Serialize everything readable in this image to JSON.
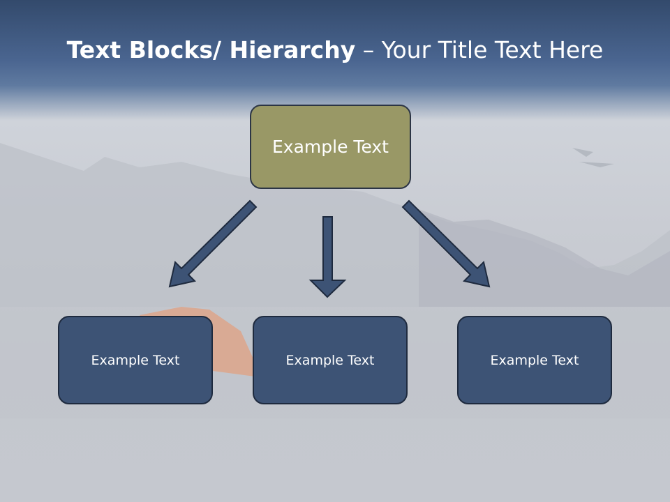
{
  "slide": {
    "title_bold": "Text Blocks/ Hierarchy",
    "title_rest": " – Your Title Text Here"
  },
  "diagram": {
    "top_node": {
      "label": "Example Text"
    },
    "child_nodes": [
      {
        "label": "Example Text"
      },
      {
        "label": "Example Text"
      },
      {
        "label": "Example Text"
      }
    ]
  },
  "colors": {
    "header_band": "#3e5680",
    "top_node_fill": "#999866",
    "child_node_fill": "#3d5375",
    "arrow_fill": "#3d5375"
  }
}
